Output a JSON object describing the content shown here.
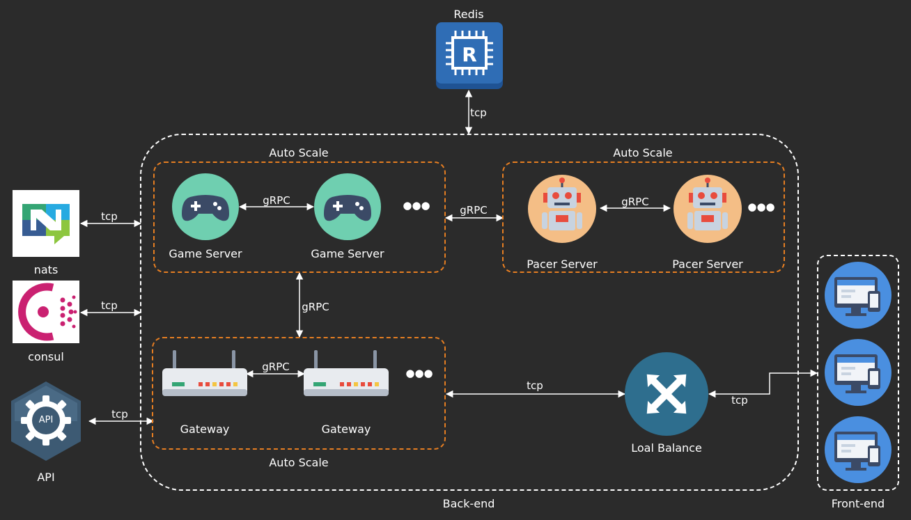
{
  "colors": {
    "background": "#2b2b2b",
    "backend_border": "#ffffff",
    "autoscale_border": "#e67e22",
    "frontend_border": "#ffffff",
    "redis_blue": "#2f6db5",
    "game_teal": "#6fcfb0",
    "pacer_orange": "#f4be86",
    "lb_teal": "#2e6e8e",
    "frontend_blue": "#4a8fe0"
  },
  "redis": {
    "label": "Redis",
    "icon": "redis-chip-icon"
  },
  "nats": {
    "label": "nats",
    "icon": "nats-logo-icon"
  },
  "consul": {
    "label": "consul",
    "icon": "consul-logo-icon"
  },
  "api": {
    "label": "API",
    "icon": "api-hex-icon",
    "badge": "API"
  },
  "backend": {
    "label": "Back-end"
  },
  "frontend": {
    "label": "Front-end",
    "icon": "web-device-icon"
  },
  "game_group": {
    "label": "Auto Scale",
    "servers": [
      {
        "label": "Game Server",
        "icon": "gamepad-icon"
      },
      {
        "label": "Game Server",
        "icon": "gamepad-icon"
      }
    ],
    "link": "gRPC",
    "more": "●●●"
  },
  "pacer_group": {
    "label": "Auto Scale",
    "servers": [
      {
        "label": "Pacer Server",
        "icon": "robot-icon"
      },
      {
        "label": "Pacer Server",
        "icon": "robot-icon"
      }
    ],
    "link": "gRPC",
    "more": "●●●"
  },
  "gateway_group": {
    "label": "Auto Scale",
    "gateways": [
      {
        "label": "Gateway",
        "icon": "router-icon"
      },
      {
        "label": "Gateway",
        "icon": "router-icon"
      }
    ],
    "link": "gRPC",
    "more": "●●●"
  },
  "load_balancer": {
    "label": "Loal Balance",
    "icon": "load-balance-arrows-icon"
  },
  "connections": {
    "redis_backend": "tcp",
    "nats_backend": "tcp",
    "consul_backend": "tcp",
    "api_backend": "tcp",
    "game_pacer": "gRPC",
    "game_gateway": "gRPC",
    "gateway_lb": "tcp",
    "lb_frontend": "tcp"
  }
}
